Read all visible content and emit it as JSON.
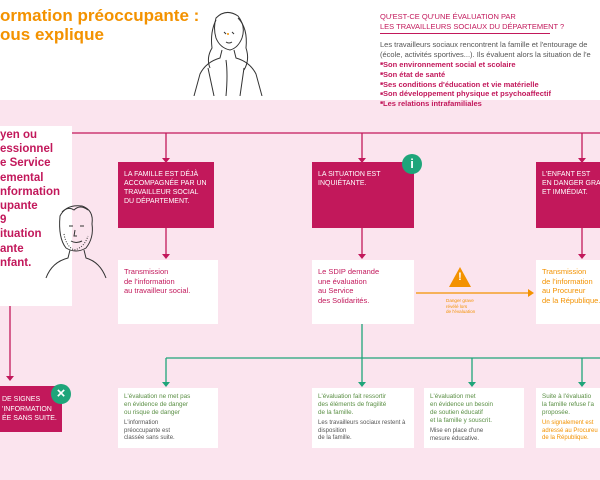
{
  "header": {
    "title_line1": "ormation préoccupante :",
    "title_line2": "ous explique"
  },
  "question": {
    "title_line1": "QU'EST-CE QU'UNE ÉVALUATION PAR",
    "title_line2": "LES TRAVAILLEURS SOCIAUX DU DÉPARTEMENT ?",
    "intro_line1": "Les travailleurs sociaux rencontrent la famille et l'entourage de",
    "intro_line2": "(école, activités sportives...). Ils évaluent alors la situation de l'e",
    "items": [
      "Son environnement social et scolaire",
      "Son état de santé",
      "Ses conditions d'éducation et vie matérielle",
      "Son développement physique et psychoaffectif",
      "Les relations intrafamiliales"
    ]
  },
  "who": {
    "lines": [
      "yen ou",
      "essionnel",
      "e Service",
      "emental",
      "nformation",
      "upante",
      "9",
      "ituation",
      "ante",
      "nfant."
    ]
  },
  "cases": {
    "family": "LA FAMILLE EST DÉJÀ ACCOMPAGNÉE PAR UN TRAVAILLEUR SOCIAL DU DÉPARTEMENT.",
    "situation": "LA SITUATION EST INQUIÉTANTE.",
    "danger_line1": "L'ENFANT EST",
    "danger_line2": "EN DANGER GRAV",
    "danger_line3": "ET IMMÉDIAT."
  },
  "transmit": {
    "family_line1": "Transmission",
    "family_line2": "de l'information",
    "family_line3": "au travailleur social.",
    "sdip_line1": "Le SDIP demande",
    "sdip_line2": "une évaluation",
    "sdip_line3": "au Service",
    "sdip_line4": "des Solidarités.",
    "danger_line1": "Transmission",
    "danger_line2": "de l'information",
    "danger_line3": "au Procureur",
    "danger_line4": "de la République."
  },
  "warning": {
    "line1": "Danger grave",
    "line2": "révélé lors",
    "line3": "de l'évaluation"
  },
  "no_signs": {
    "line1": "DE SIGNES",
    "line2": "'INFORMATION",
    "line3": "ÉE SANS SUITE."
  },
  "outcomes": {
    "o1_g1": "L'évaluation ne met pas",
    "o1_g2": "en évidence de danger",
    "o1_g3": "ou risque de danger",
    "o1_s1": "L'information",
    "o1_s2": "préoccupante est",
    "o1_s3": "classée sans suite.",
    "o2_g1": "L'évaluation fait ressortir",
    "o2_g2": "des éléments de fragilité",
    "o2_g3": "de la famille.",
    "o2_s1": "Les travailleurs sociaux restent à",
    "o2_s2": "disposition",
    "o2_s3": "de la famille.",
    "o3_g1": "L'évaluation met",
    "o3_g2": "en évidence un besoin",
    "o3_g3": "de soutien éducatif",
    "o3_g4": "et la famille y souscrit.",
    "o3_s1": "Mise en place d'une",
    "o3_s2": "mesure éducative.",
    "o4_g1": "Suite à l'évaluatio",
    "o4_g2": "la famille refuse l'a",
    "o4_g3": "proposée.",
    "o4_s1": "Un signalement est",
    "o4_s2": "adressé au Procureu",
    "o4_s3": "de la République."
  },
  "icons": {
    "info": "i",
    "warning": "!",
    "close": "×"
  },
  "colors": {
    "magenta": "#c2185b",
    "orange": "#f39200",
    "green": "#5a8f44",
    "pink_bg": "#fbe4ee"
  }
}
